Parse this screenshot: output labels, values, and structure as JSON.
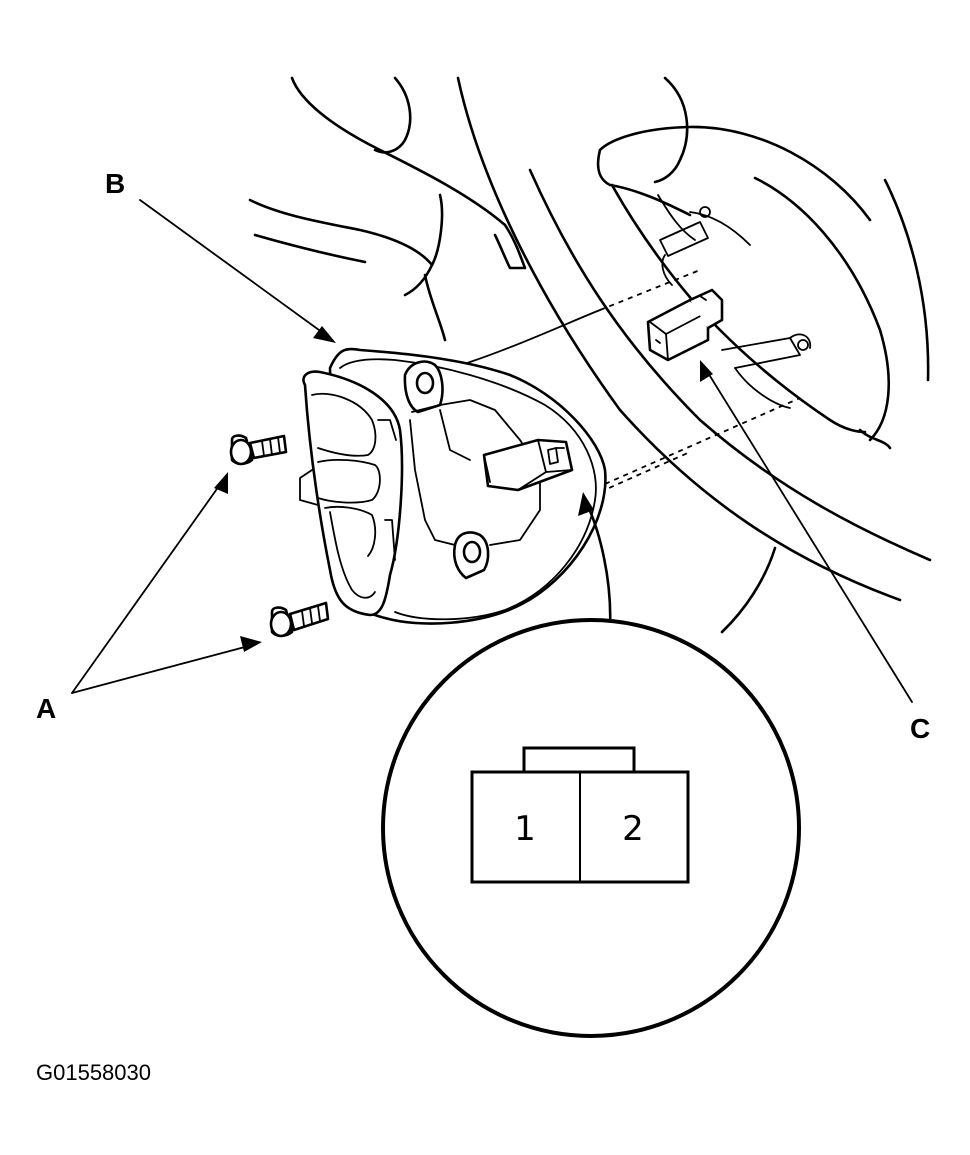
{
  "callouts": {
    "a": "A",
    "b": "B",
    "c": "C"
  },
  "connector_detail": {
    "pin_1": "1",
    "pin_2": "2"
  },
  "figure_code": "G01558030"
}
